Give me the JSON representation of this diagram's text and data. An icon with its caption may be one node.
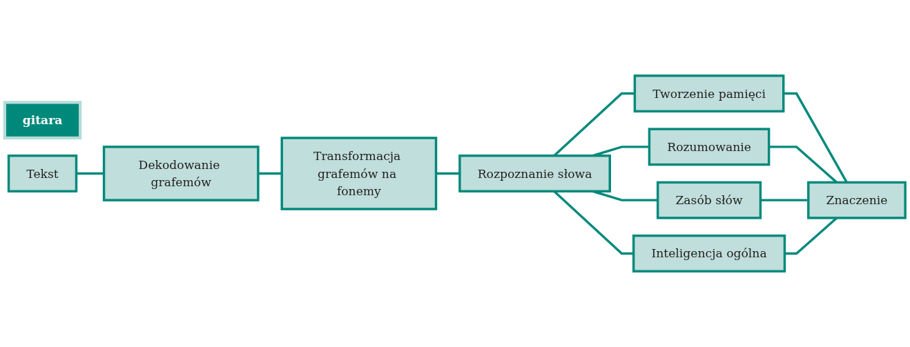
{
  "diagram": {
    "nodes": [
      {
        "text": [
          "gitara"
        ]
      },
      {
        "text": [
          "Tekst"
        ]
      },
      {
        "text": [
          "Dekodowanie grafemów"
        ]
      },
      {
        "text": [
          "Transformacja grafemów na fonemy"
        ]
      },
      {
        "text": [
          "Rozpoznanie słowa"
        ]
      },
      {
        "text": [
          "Tworzenie pamięci"
        ]
      },
      {
        "text": [
          "Rozumowanie"
        ]
      },
      {
        "text": [
          "Zasób słów"
        ]
      },
      {
        "text": [
          "Inteligencja ogólna"
        ]
      },
      {
        "text": [
          "Znaczenie"
        ]
      }
    ],
    "edges": [
      {
        "from": 1,
        "to": 2,
        "arrow": "none"
      },
      {
        "from": 2,
        "to": 3,
        "arrow": "none"
      },
      {
        "from": 3,
        "to": 4,
        "arrow": "none"
      },
      {
        "from": 4,
        "to": 5,
        "arrow": "none"
      },
      {
        "from": 4,
        "to": 6,
        "arrow": "none"
      },
      {
        "from": 4,
        "to": 7,
        "arrow": "none"
      },
      {
        "from": 4,
        "to": 8,
        "arrow": "none"
      },
      {
        "from": 5,
        "to": 9,
        "arrow": "none"
      },
      {
        "from": 6,
        "to": 9,
        "arrow": "none"
      },
      {
        "from": 7,
        "to": 9,
        "arrow": "none"
      },
      {
        "from": 8,
        "to": 9,
        "arrow": "none"
      }
    ]
  }
}
